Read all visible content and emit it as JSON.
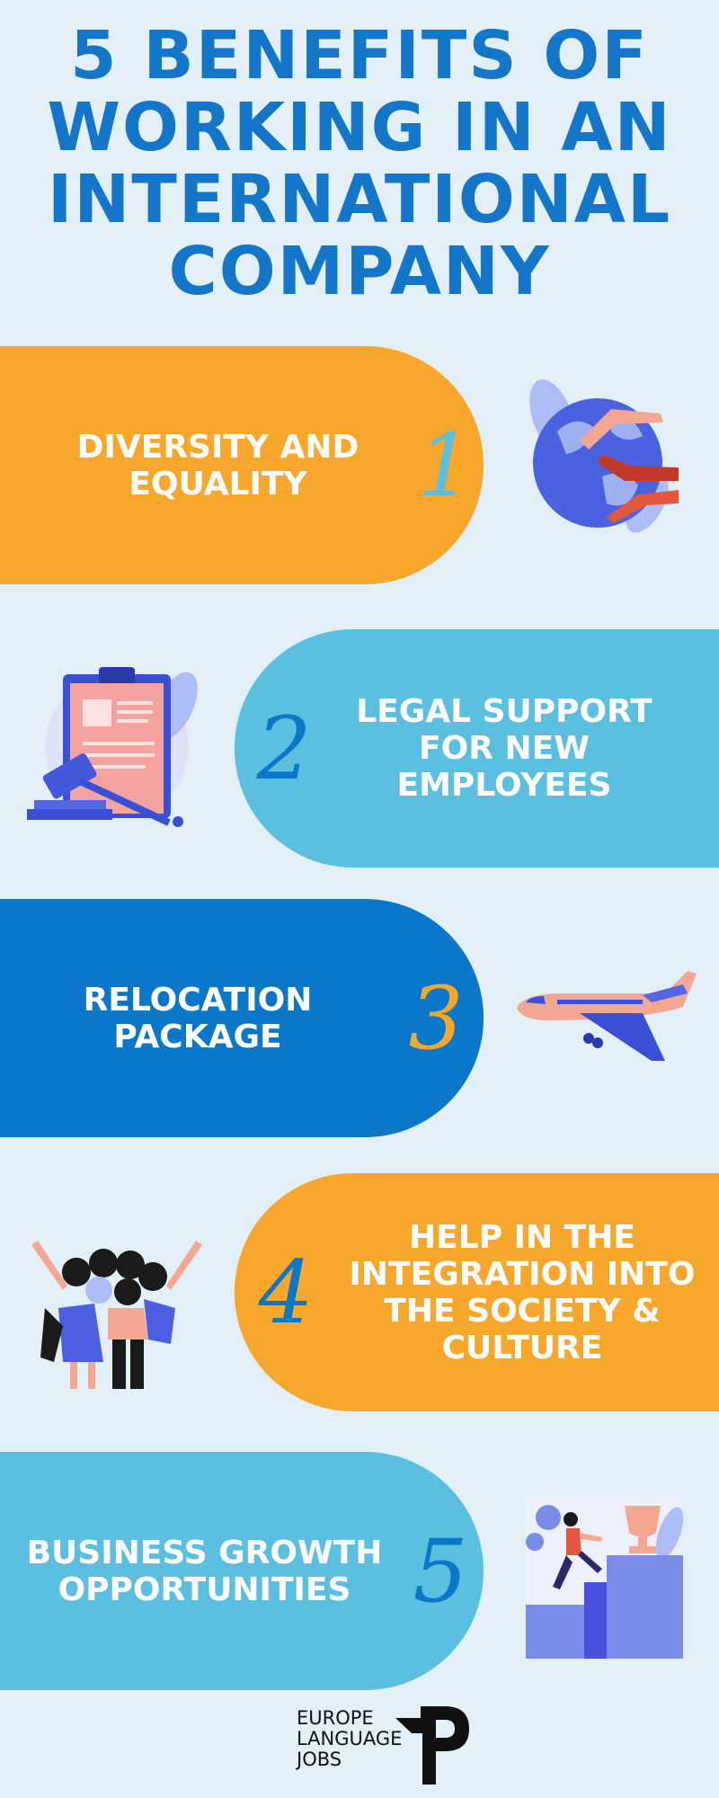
{
  "title": {
    "lines": [
      "5 Benefits of",
      "Working in an",
      "International",
      "Company"
    ]
  },
  "benefits": [
    {
      "number": "1",
      "lines": [
        "Diversity and",
        "Equality"
      ]
    },
    {
      "number": "2",
      "lines": [
        "Legal support",
        "for new",
        "employees"
      ]
    },
    {
      "number": "3",
      "lines": [
        "Relocation",
        "package"
      ]
    },
    {
      "number": "4",
      "lines": [
        "Help in the",
        "integration into",
        "the society &",
        "culture"
      ]
    },
    {
      "number": "5",
      "lines": [
        "Business growth",
        "opportunities"
      ]
    }
  ],
  "logo": {
    "lines": [
      "EUROPE",
      "LANGUAGE",
      "JOBS"
    ]
  },
  "colors": {
    "background": "#e3f0f8",
    "orange": "#f7a72c",
    "light_blue": "#5bbfe0",
    "dark_blue": "#0a77c8",
    "title_blue": "#1476c8"
  },
  "icons": [
    "globe-hands-icon",
    "clipboard-gavel-icon",
    "airplane-icon",
    "people-group-icon",
    "podium-trophy-icon",
    "europe-language-jobs-logo-icon"
  ]
}
